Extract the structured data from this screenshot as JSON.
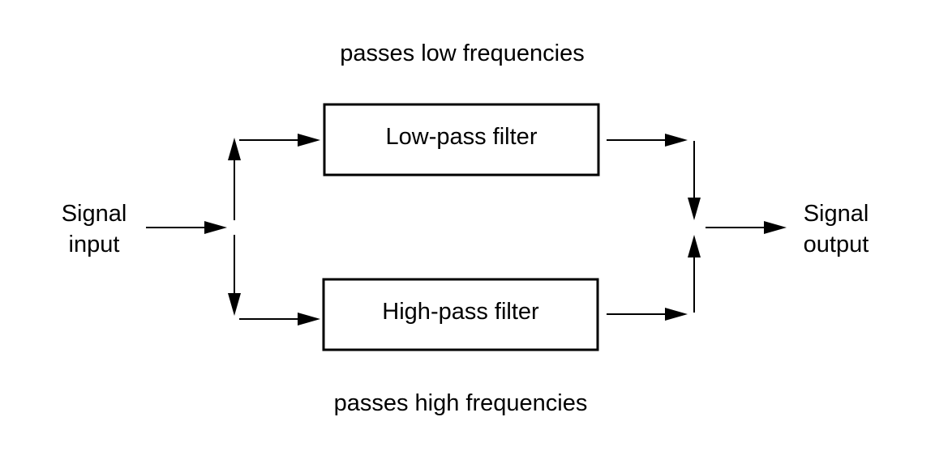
{
  "captions": {
    "top": "passes low frequencies",
    "bottom": "passes high frequencies"
  },
  "filters": {
    "low_pass": "Low-pass filter",
    "high_pass": "High-pass filter"
  },
  "input": {
    "line1": "Signal",
    "line2": "input"
  },
  "output": {
    "line1": "Signal",
    "line2": "output"
  }
}
